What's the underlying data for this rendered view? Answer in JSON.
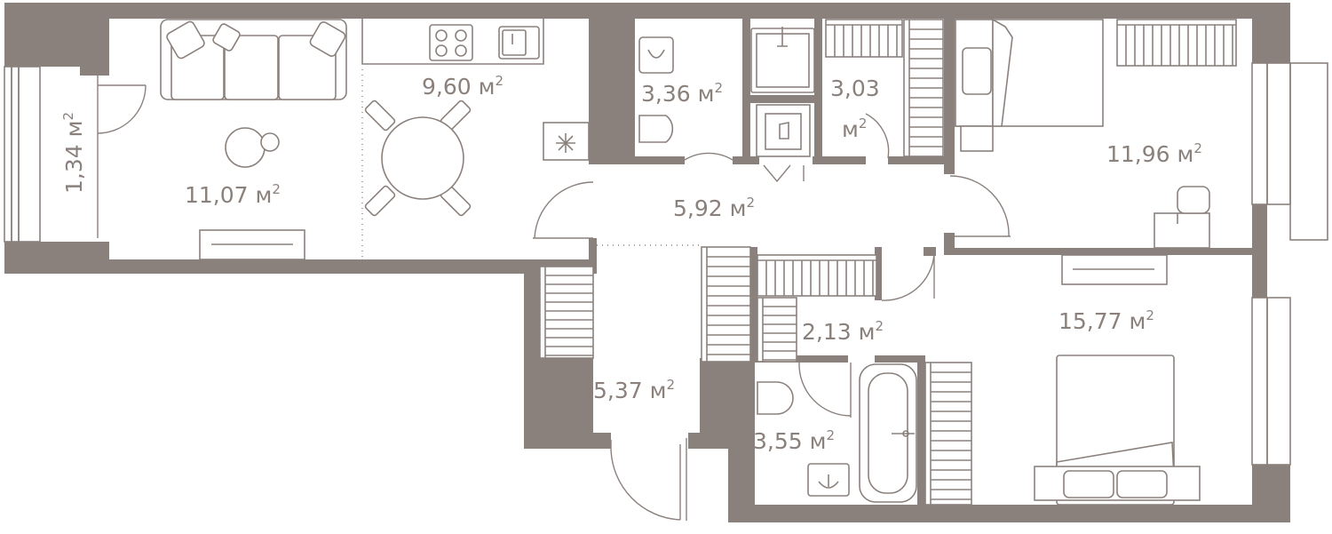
{
  "rooms": [
    {
      "id": "balcony",
      "value": "1,34",
      "unit": "м",
      "sup": "2"
    },
    {
      "id": "living",
      "value": "11,07",
      "unit": "м",
      "sup": "2"
    },
    {
      "id": "kitchen",
      "value": "9,60",
      "unit": "м",
      "sup": "2"
    },
    {
      "id": "toilet",
      "value": "3,36",
      "unit": "м",
      "sup": "2"
    },
    {
      "id": "wardrobe-top",
      "value": "3,03",
      "unit": "м",
      "sup": "2"
    },
    {
      "id": "bedroom-small",
      "value": "11,96",
      "unit": "м",
      "sup": "2"
    },
    {
      "id": "hall",
      "value": "5,92",
      "unit": "м",
      "sup": "2"
    },
    {
      "id": "storage",
      "value": "2,13",
      "unit": "м",
      "sup": "2"
    },
    {
      "id": "bedroom-master",
      "value": "15,77",
      "unit": "м",
      "sup": "2"
    },
    {
      "id": "entrance",
      "value": "5,37",
      "unit": "м",
      "sup": "2"
    },
    {
      "id": "bathroom",
      "value": "3,55",
      "unit": "м",
      "sup": "2"
    }
  ],
  "colors": {
    "wall": "#8b817c",
    "background": "#ffffff"
  },
  "icons": [
    "sofa-icon",
    "coffee-table-icon",
    "tv-stand-icon",
    "cooktop-icon",
    "sink-icon",
    "fridge-icon",
    "dining-table-icon",
    "chair-icon",
    "toilet-icon",
    "shower-icon",
    "bathtub-icon",
    "wardrobe-icon",
    "bed-icon",
    "desk-icon",
    "door-swing-icon"
  ]
}
